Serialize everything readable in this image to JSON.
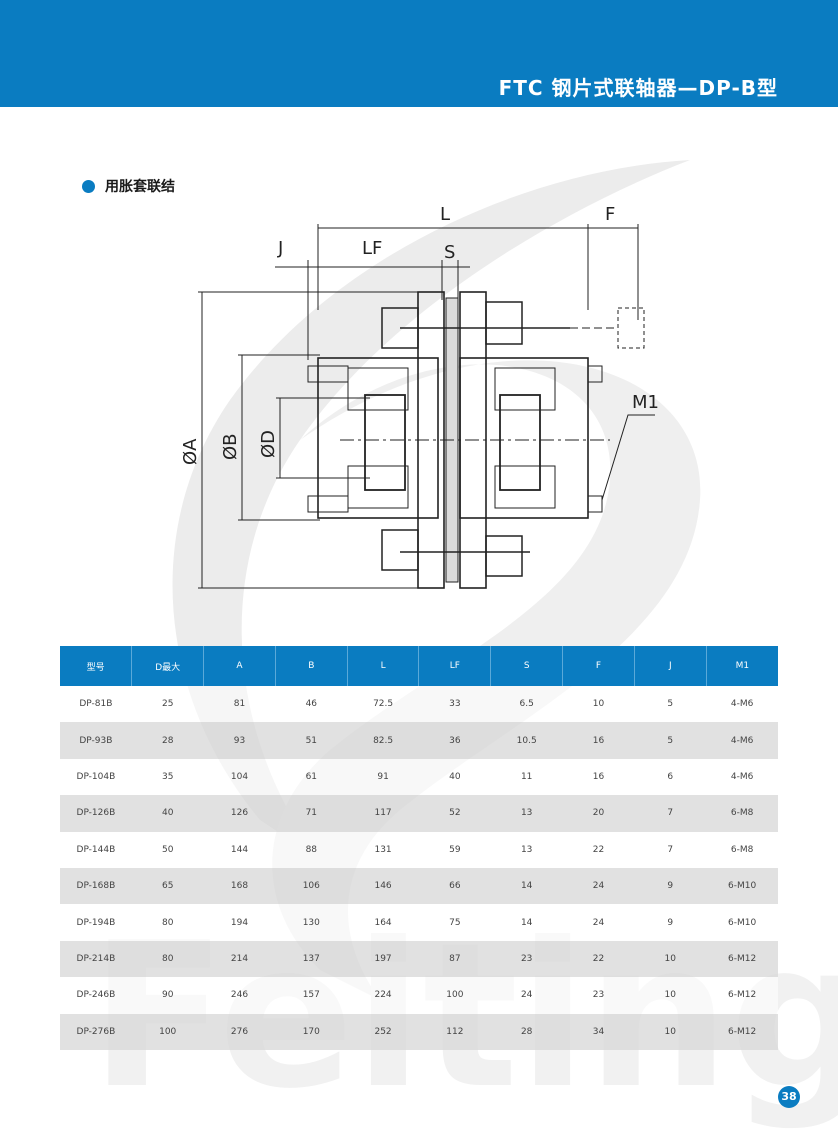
{
  "header": {
    "title": "FTC 钢片式联轴器—DP-B型"
  },
  "section": {
    "title": "用胀套联结"
  },
  "watermark": {
    "text": "Feiting"
  },
  "diagram": {
    "labels": {
      "L": "L",
      "F": "F",
      "J": "J",
      "LF": "LF",
      "S": "S",
      "A": "ØA",
      "B": "ØB",
      "D": "ØD",
      "M1": "M1"
    }
  },
  "table": {
    "headers": [
      "型号",
      "D最大",
      "A",
      "B",
      "L",
      "LF",
      "S",
      "F",
      "J",
      "M1"
    ],
    "rows": [
      [
        "DP-81B",
        "25",
        "81",
        "46",
        "72.5",
        "33",
        "6.5",
        "10",
        "5",
        "4-M6"
      ],
      [
        "DP-93B",
        "28",
        "93",
        "51",
        "82.5",
        "36",
        "10.5",
        "16",
        "5",
        "4-M6"
      ],
      [
        "DP-104B",
        "35",
        "104",
        "61",
        "91",
        "40",
        "11",
        "16",
        "6",
        "4-M6"
      ],
      [
        "DP-126B",
        "40",
        "126",
        "71",
        "117",
        "52",
        "13",
        "20",
        "7",
        "6-M8"
      ],
      [
        "DP-144B",
        "50",
        "144",
        "88",
        "131",
        "59",
        "13",
        "22",
        "7",
        "6-M8"
      ],
      [
        "DP-168B",
        "65",
        "168",
        "106",
        "146",
        "66",
        "14",
        "24",
        "9",
        "6-M10"
      ],
      [
        "DP-194B",
        "80",
        "194",
        "130",
        "164",
        "75",
        "14",
        "24",
        "9",
        "6-M10"
      ],
      [
        "DP-214B",
        "80",
        "214",
        "137",
        "197",
        "87",
        "23",
        "22",
        "10",
        "6-M12"
      ],
      [
        "DP-246B",
        "90",
        "246",
        "157",
        "224",
        "100",
        "24",
        "23",
        "10",
        "6-M12"
      ],
      [
        "DP-276B",
        "100",
        "276",
        "170",
        "252",
        "112",
        "28",
        "34",
        "10",
        "6-M12"
      ]
    ]
  },
  "page_number": "38"
}
